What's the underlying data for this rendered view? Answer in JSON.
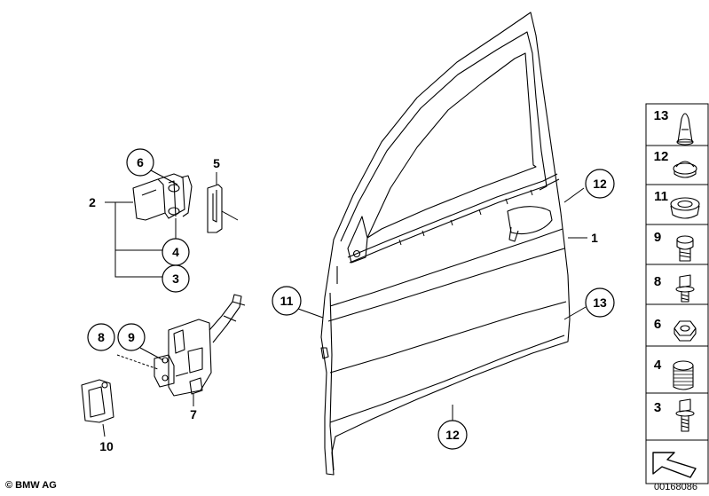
{
  "callouts": {
    "c1": "1",
    "c2": "2",
    "c3": "3",
    "c4": "4",
    "c5": "5",
    "c6": "6",
    "c7": "7",
    "c8": "8",
    "c9": "9",
    "c10": "10",
    "c11": "11",
    "c12a": "12",
    "c12b": "12",
    "c13": "13"
  },
  "legend": [
    "13",
    "12",
    "11",
    "9",
    "8",
    "6",
    "4",
    "3"
  ],
  "footer": {
    "copyright": "© BMW AG",
    "diagram_id": "00168086"
  }
}
